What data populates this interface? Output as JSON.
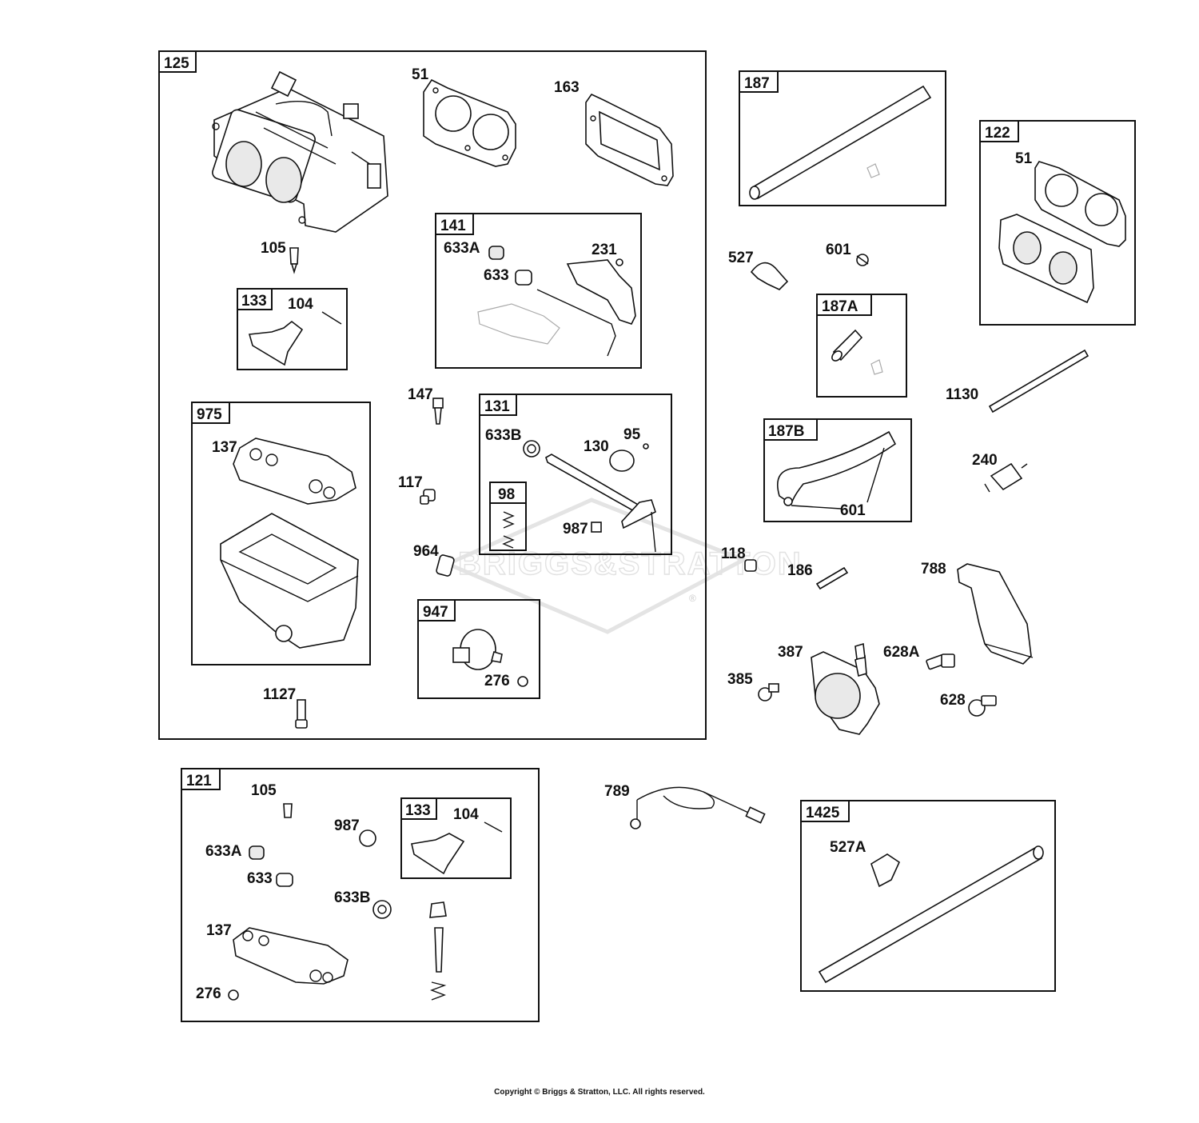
{
  "watermark": "BRIGGS&STRATTON",
  "registered_mark": "®",
  "copyright": "Copyright © Briggs & Stratton, LLC. All rights reserved.",
  "boxes": {
    "b125": "125",
    "b133a": "133",
    "b141": "141",
    "b975": "975",
    "b131": "131",
    "b98": "98",
    "b947": "947",
    "b187": "187",
    "b122": "122",
    "b187a": "187A",
    "b187b": "187B",
    "b121": "121",
    "b133b": "133",
    "b1425": "1425"
  },
  "labels": {
    "l51a": "51",
    "l163": "163",
    "l105a": "105",
    "l104a": "104",
    "l633a_1": "633A",
    "l231": "231",
    "l633_1": "633",
    "l137a": "137",
    "l147": "147",
    "l117": "117",
    "l964": "964",
    "l633b_1": "633B",
    "l130": "130",
    "l95": "95",
    "l987a": "987",
    "l276a": "276",
    "l1127": "1127",
    "l527": "527",
    "l601a": "601",
    "l51b": "51",
    "l1130": "1130",
    "l601b": "601",
    "l240": "240",
    "l118": "118",
    "l186": "186",
    "l788": "788",
    "l387": "387",
    "l628a": "628A",
    "l385": "385",
    "l628": "628",
    "l105b": "105",
    "l987b": "987",
    "l104b": "104",
    "l633a_2": "633A",
    "l633_2": "633",
    "l633b_2": "633B",
    "l137b": "137",
    "l276b": "276",
    "l789": "789",
    "l527a": "527A"
  }
}
